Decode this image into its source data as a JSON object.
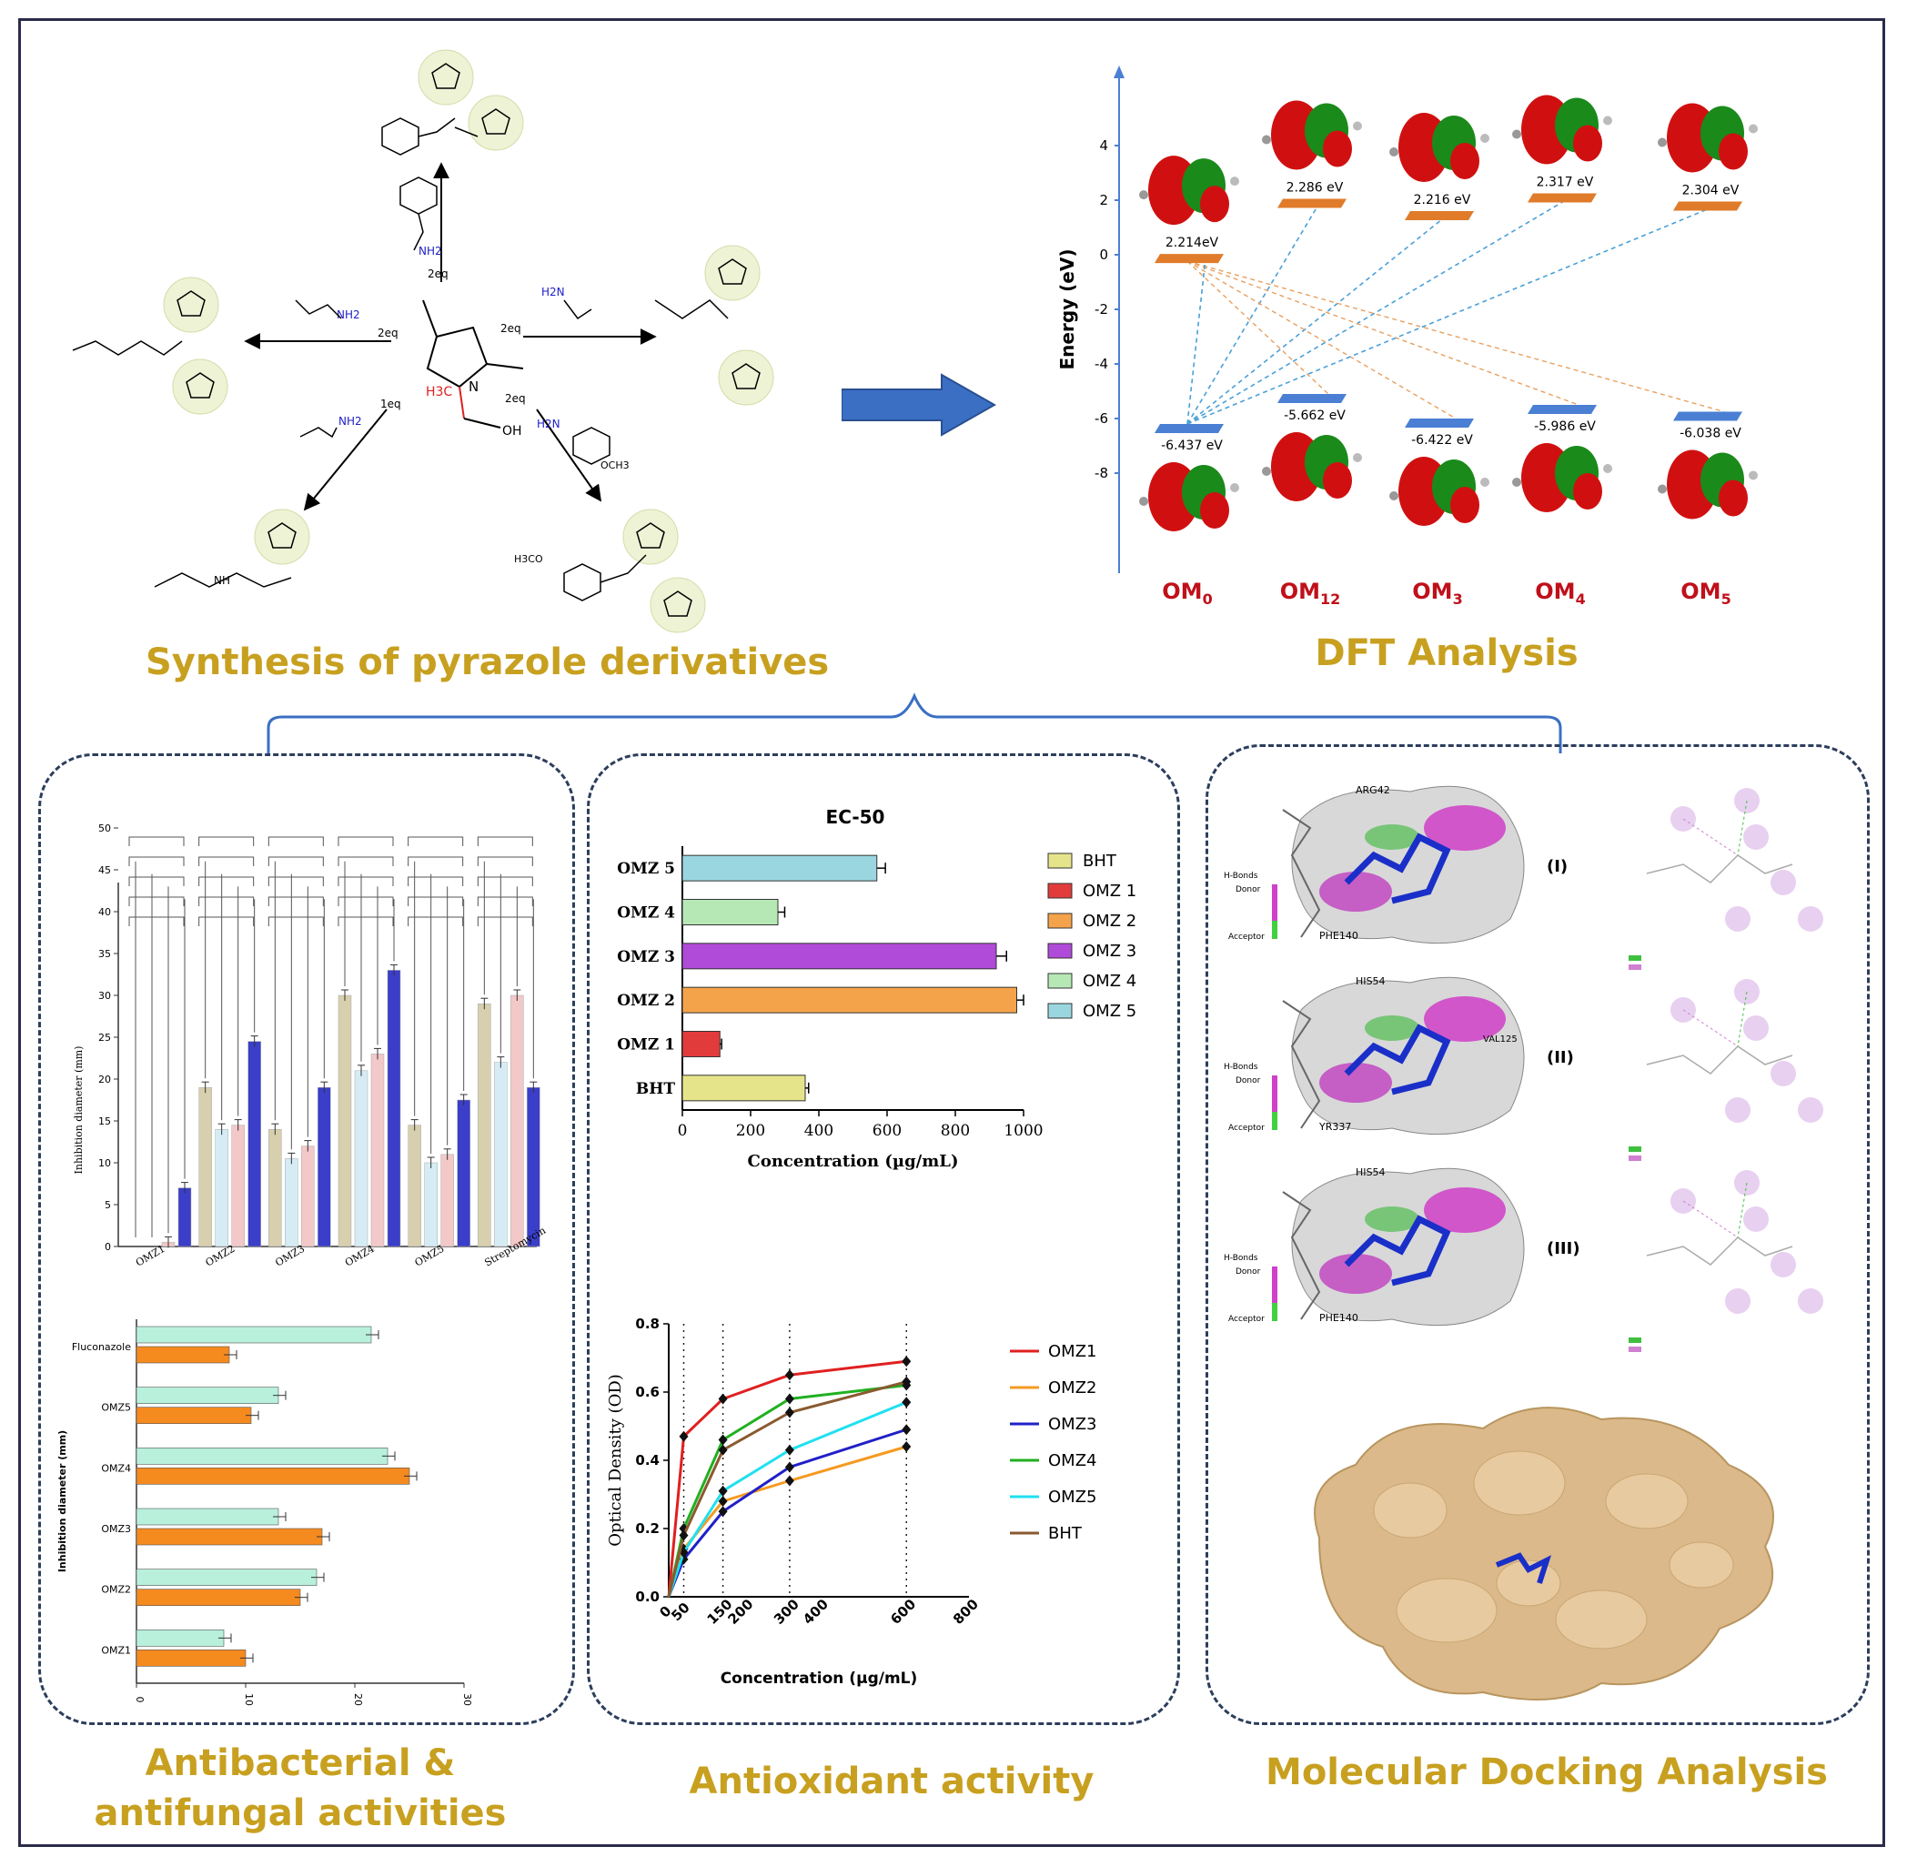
{
  "titles": {
    "synthesis": "Synthesis of pyrazole derivatives",
    "dft": "DFT Analysis",
    "antibacterial_l1": "Antibacterial &",
    "antibacterial_l2": "antifungal activities",
    "antioxidant": "Antioxidant activity",
    "docking": "Molecular Docking Analysis"
  },
  "synthesis": {
    "eq_labels": [
      "2eq",
      "2eq",
      "2eq",
      "1eq",
      "2eq"
    ],
    "atoms": {
      "nh2": "NH2",
      "oh": "OH",
      "h3c": "H3C",
      "och3": "OCH3",
      "h3co": "H3CO",
      "nh": "NH",
      "n": "N",
      "h2n": "H2N"
    }
  },
  "dft": {
    "ylabel": "Energy (eV)",
    "yticks": [
      4,
      2,
      0,
      -2,
      -4,
      -6,
      -8
    ],
    "molecules": [
      {
        "name": "OM",
        "sub": "0",
        "lumo": 2.214,
        "homo": -6.437,
        "lumo_label": "2.214eV",
        "homo_label": "-6.437 eV"
      },
      {
        "name": "OM",
        "sub": "12",
        "lumo": 2.286,
        "homo": -5.662,
        "lumo_label": "2.286 eV",
        "homo_label": "-5.662 eV"
      },
      {
        "name": "OM",
        "sub": "3",
        "lumo": 2.216,
        "homo": -6.422,
        "lumo_label": "2.216 eV",
        "homo_label": "-6.422 eV"
      },
      {
        "name": "OM",
        "sub": "4",
        "lumo": 2.317,
        "homo": -5.986,
        "lumo_label": "2.317 eV",
        "homo_label": "-5.986 eV"
      },
      {
        "name": "OM",
        "sub": "5",
        "lumo": 2.304,
        "homo": -6.038,
        "lumo_label": "2.304 eV",
        "homo_label": "-6.038 eV"
      }
    ],
    "colors": {
      "lumo": "#e07b2a",
      "homo": "#4a7fd4",
      "lobe_red": "#d01010",
      "lobe_green": "#1a8a1a"
    }
  },
  "chart_data": [
    {
      "type": "bar",
      "id": "antibacterial",
      "ylabel": "Inhibition diameter (mm)",
      "categories": [
        "OMZ1",
        "OMZ2",
        "OMZ3",
        "OMZ4",
        "OMZ5",
        "Streptomycin"
      ],
      "ylim": [
        0,
        50
      ],
      "yticks": [
        0,
        5,
        10,
        15,
        20,
        25,
        30,
        35,
        40,
        45,
        50
      ],
      "series": [
        {
          "values": [
            0,
            19,
            14,
            30,
            14.5,
            29
          ],
          "color": "#d8cfae"
        },
        {
          "values": [
            0,
            14,
            10.5,
            21,
            10,
            22
          ],
          "color": "#d6ecf5"
        },
        {
          "values": [
            0.5,
            14.5,
            12,
            23,
            11,
            30
          ],
          "color": "#f2c8c8"
        },
        {
          "values": [
            7,
            24.5,
            19,
            33,
            17.5,
            19
          ],
          "color": "#3a3ec8"
        }
      ]
    },
    {
      "type": "bar",
      "id": "antifungal",
      "ylabel": "Inhibition diameter (mm)",
      "categories": [
        "Fluconazole",
        "OMZ5",
        "OMZ4",
        "OMZ3",
        "OMZ2",
        "OMZ1"
      ],
      "xlim": [
        0,
        30
      ],
      "xticks": [
        0,
        10,
        20,
        30
      ],
      "series": [
        {
          "values": [
            21.5,
            13,
            23,
            13,
            16.5,
            8
          ],
          "color": "#b8f0dc"
        },
        {
          "values": [
            8.5,
            10.5,
            25,
            17,
            15,
            10
          ],
          "color": "#f58a1f"
        }
      ]
    },
    {
      "type": "bar",
      "id": "ec50",
      "title": "EC-50",
      "xlabel": "Concentration (µg/mL)",
      "categories": [
        "OMZ 5",
        "OMZ 4",
        "OMZ 3",
        "OMZ 2",
        "OMZ 1",
        "BHT"
      ],
      "values": [
        570,
        280,
        920,
        980,
        110,
        360
      ],
      "errors": [
        25,
        20,
        30,
        20,
        5,
        10
      ],
      "xlim": [
        0,
        1000
      ],
      "xticks": [
        0,
        200,
        400,
        600,
        800,
        1000
      ],
      "legend": [
        "BHT",
        "OMZ 1",
        "OMZ 2",
        "OMZ 3",
        "OMZ 4",
        "OMZ 5"
      ],
      "colors": {
        "BHT": "#e6e48a",
        "OMZ 1": "#e23b3b",
        "OMZ 2": "#f5a34a",
        "OMZ 3": "#b04ad8",
        "OMZ 4": "#b6e8b6",
        "OMZ 5": "#9ad6e0"
      }
    },
    {
      "type": "line",
      "id": "optical_density",
      "xlabel": "Concentration (µg/mL)",
      "ylabel": "Optical Density (OD)",
      "x": [
        0,
        50,
        150,
        300,
        600
      ],
      "xticks": [
        0,
        50,
        150,
        200,
        300,
        400,
        600,
        800
      ],
      "yticks": [
        0.0,
        0.2,
        0.4,
        0.6,
        0.8
      ],
      "ylim": [
        0,
        0.8
      ],
      "xlim": [
        0,
        800
      ],
      "series": [
        {
          "name": "OMZ1",
          "values": [
            0,
            0.47,
            0.58,
            0.65,
            0.69
          ],
          "color": "#e02020"
        },
        {
          "name": "OMZ2",
          "values": [
            0,
            0.14,
            0.28,
            0.34,
            0.44
          ],
          "color": "#f59a20"
        },
        {
          "name": "OMZ3",
          "values": [
            0,
            0.11,
            0.25,
            0.38,
            0.49
          ],
          "color": "#2020c8"
        },
        {
          "name": "OMZ4",
          "values": [
            0,
            0.2,
            0.46,
            0.58,
            0.62
          ],
          "color": "#20b020"
        },
        {
          "name": "OMZ5",
          "values": [
            0,
            0.13,
            0.31,
            0.43,
            0.57
          ],
          "color": "#20e0f0"
        },
        {
          "name": "BHT",
          "values": [
            0,
            0.18,
            0.43,
            0.54,
            0.63
          ],
          "color": "#8a5a30"
        }
      ]
    }
  ],
  "docking": {
    "labels": [
      "(I)",
      "(II)",
      "(III)"
    ],
    "legend_title": "H-Bonds",
    "donor": "Donor",
    "acceptor": "Acceptor",
    "residues": [
      {
        "top": "ARG42",
        "bottom": "PHE140"
      },
      {
        "top": "HIS54",
        "bottom": "YR337",
        "right": "VAL125"
      },
      {
        "top": "HIS54",
        "bottom": "PHE140"
      }
    ],
    "protein_color": "#dcb98a",
    "ligand_color": "#1a2fc8"
  }
}
